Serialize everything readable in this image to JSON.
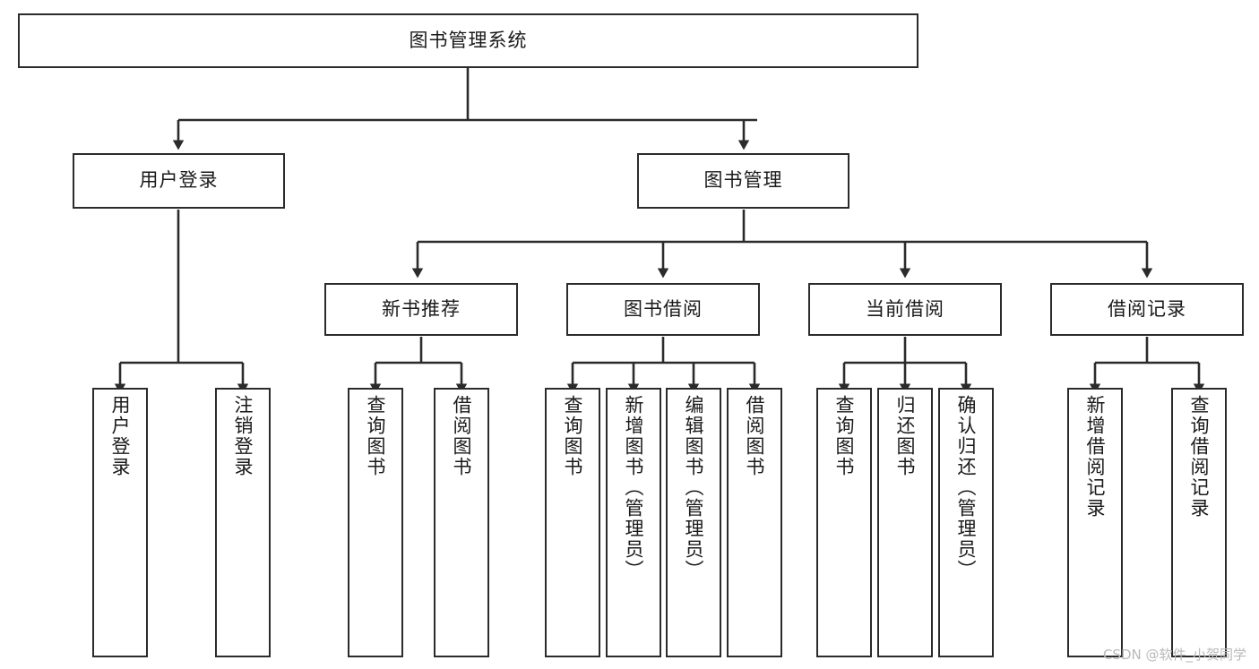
{
  "diagram": {
    "type": "tree",
    "title": "图书管理系统",
    "orientation": "top-down",
    "colors": {
      "box_border": "#2b2b2b",
      "box_fill": "#ffffff",
      "connector": "#2b2b2b",
      "background": "#ffffff",
      "watermark": "#b9b9b9"
    },
    "nodes": {
      "root": {
        "label": "图书管理系统"
      },
      "level2": [
        {
          "id": "user-login",
          "label": "用户登录"
        },
        {
          "id": "book-manage",
          "label": "图书管理"
        }
      ],
      "level3": [
        {
          "id": "new-book-recommend",
          "label": "新书推荐"
        },
        {
          "id": "book-borrow",
          "label": "图书借阅"
        },
        {
          "id": "current-borrow",
          "label": "当前借阅"
        },
        {
          "id": "borrow-record",
          "label": "借阅记录"
        }
      ],
      "leaves": {
        "user-login": [
          {
            "id": "leaf-user-login",
            "label": "用户登录"
          },
          {
            "id": "leaf-logout",
            "label": "注销登录"
          }
        ],
        "new-book-recommend": [
          {
            "id": "leaf-query-book-1",
            "label": "查询图书"
          },
          {
            "id": "leaf-borrow-book-1",
            "label": "借阅图书"
          }
        ],
        "book-borrow": [
          {
            "id": "leaf-query-book-2",
            "label": "查询图书"
          },
          {
            "id": "leaf-add-book",
            "label": "新增图书（管理员）"
          },
          {
            "id": "leaf-edit-book",
            "label": "编辑图书（管理员）"
          },
          {
            "id": "leaf-borrow-book-2",
            "label": "借阅图书"
          }
        ],
        "current-borrow": [
          {
            "id": "leaf-query-book-3",
            "label": "查询图书"
          },
          {
            "id": "leaf-return-book",
            "label": "归还图书"
          },
          {
            "id": "leaf-confirm-return",
            "label": "确认归还（管理员）"
          }
        ],
        "borrow-record": [
          {
            "id": "leaf-add-record",
            "label": "新增借阅记录"
          },
          {
            "id": "leaf-query-record",
            "label": "查询借阅记录"
          }
        ]
      }
    }
  },
  "watermark": {
    "text": "CSDN @软件_小贺同学"
  }
}
